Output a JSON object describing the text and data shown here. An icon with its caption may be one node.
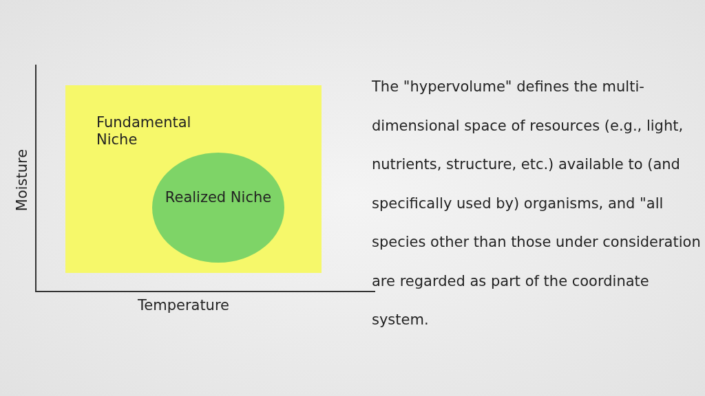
{
  "diagram": {
    "nodes": [
      {
        "text": [
          "Fundamental Niche"
        ]
      },
      {
        "text": [
          "Realized Niche"
        ],
        "in": 0
      }
    ],
    "edges": [],
    "labels": [
      "Moisture",
      "Temperature",
      "The \"hypervolume\" defines the multi-dimensional space of resources (e.g., light, nutrients, structure, etc.) available to (and specifically used by) organisms, and \"all species other than those under consideration are regarded as part of the coordinate system."
    ]
  }
}
